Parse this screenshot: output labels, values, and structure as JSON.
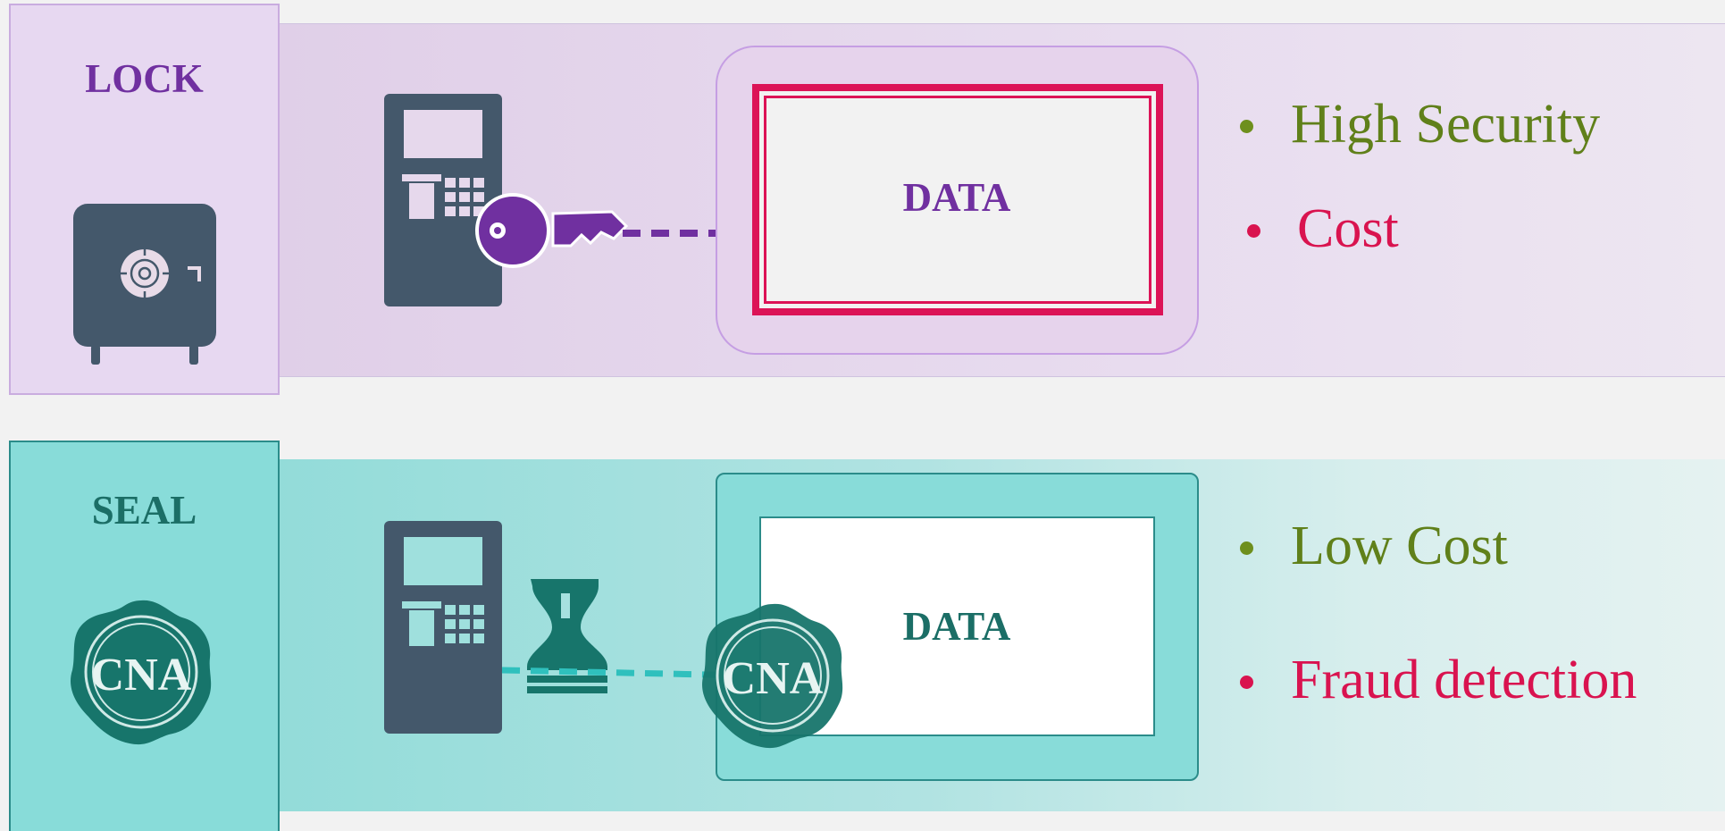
{
  "lock_row": {
    "title": "LOCK",
    "data_label": "DATA",
    "bullets": [
      {
        "text": "High Security",
        "color": "#60801a"
      },
      {
        "text": "Cost",
        "color": "#d9134f"
      }
    ],
    "accent_color": "#7030a0",
    "frame_color": "#dc1357",
    "icons": [
      "safe-icon",
      "atm-terminal-icon",
      "key-icon",
      "dashed-arrow"
    ]
  },
  "seal_row": {
    "title": "SEAL",
    "data_label": "DATA",
    "bullets": [
      {
        "text": "Low Cost",
        "color": "#60801a"
      },
      {
        "text": "Fraud detection",
        "color": "#d9134f"
      }
    ],
    "accent_color": "#1b6e66",
    "frame_color": "#2b8c8a",
    "seal_text": "CNA",
    "icons": [
      "wax-seal-icon",
      "atm-terminal-icon",
      "stamp-icon",
      "dashed-arrow"
    ]
  }
}
